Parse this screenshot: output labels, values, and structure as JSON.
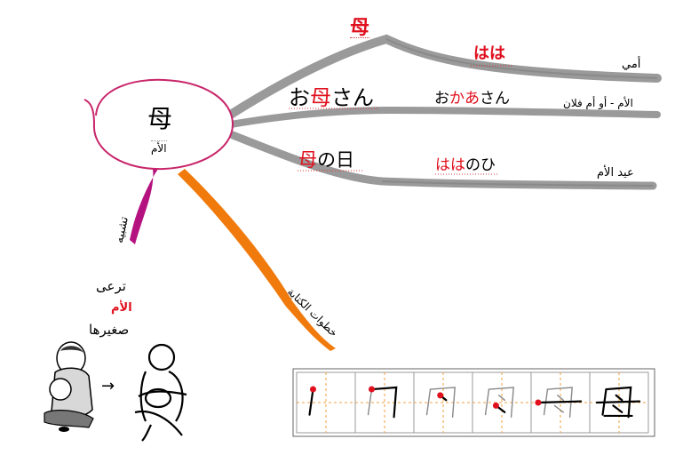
{
  "center": {
    "kanji": "母",
    "meaning": "الأم"
  },
  "branches": [
    {
      "word_pre": "",
      "word_red": "母",
      "word_post": "",
      "reading_pre": "",
      "reading_red": "はは",
      "reading_post": "",
      "meaning": "أمي"
    },
    {
      "word_pre": "お",
      "word_red": "母",
      "word_post": "さん",
      "reading_pre": "お",
      "reading_red": "かあ",
      "reading_post": "さん",
      "meaning": "الأم - أو أم فلان"
    },
    {
      "word_pre": "",
      "word_red": "母",
      "word_post": "の日",
      "reading_pre": "",
      "reading_red": "はは",
      "reading_post": "のひ",
      "meaning": "عيد الأم"
    }
  ],
  "simile": {
    "label": "تشبيه",
    "line1": "ترعى",
    "line2": "الأم",
    "line3": "صغيرها",
    "arrow": "→"
  },
  "stroke_order": {
    "label": "خطوات الكتابة",
    "steps": 6
  },
  "colors": {
    "circle": "#c8246a",
    "simile_branch": "#b4127f",
    "stroke_branch": "#f07a0c",
    "reading_branch": "#8a8a8a",
    "red_text": "#e0101e",
    "grid_guide": "#f0a040"
  }
}
